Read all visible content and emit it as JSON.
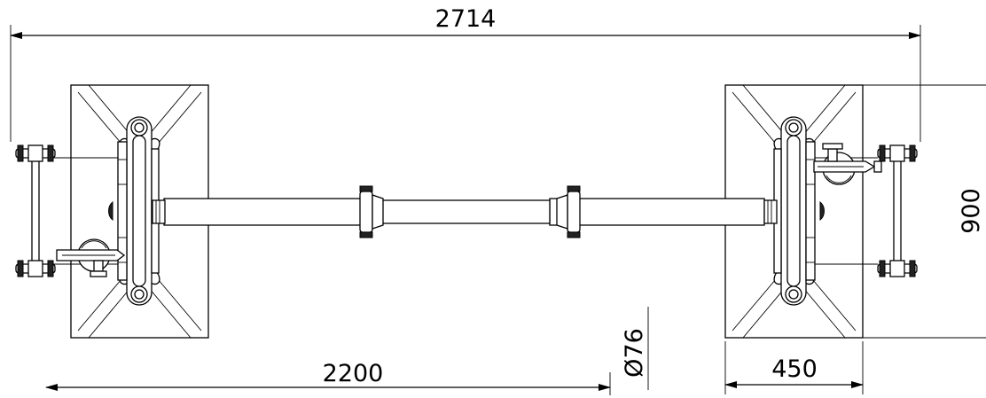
{
  "drawing": {
    "dimensions": {
      "overall_length": "2714",
      "axle_spacing": "2200",
      "pad_width": "450",
      "pad_length": "900",
      "tube_diameter_symbol": "Ø",
      "tube_diameter": "76"
    }
  }
}
